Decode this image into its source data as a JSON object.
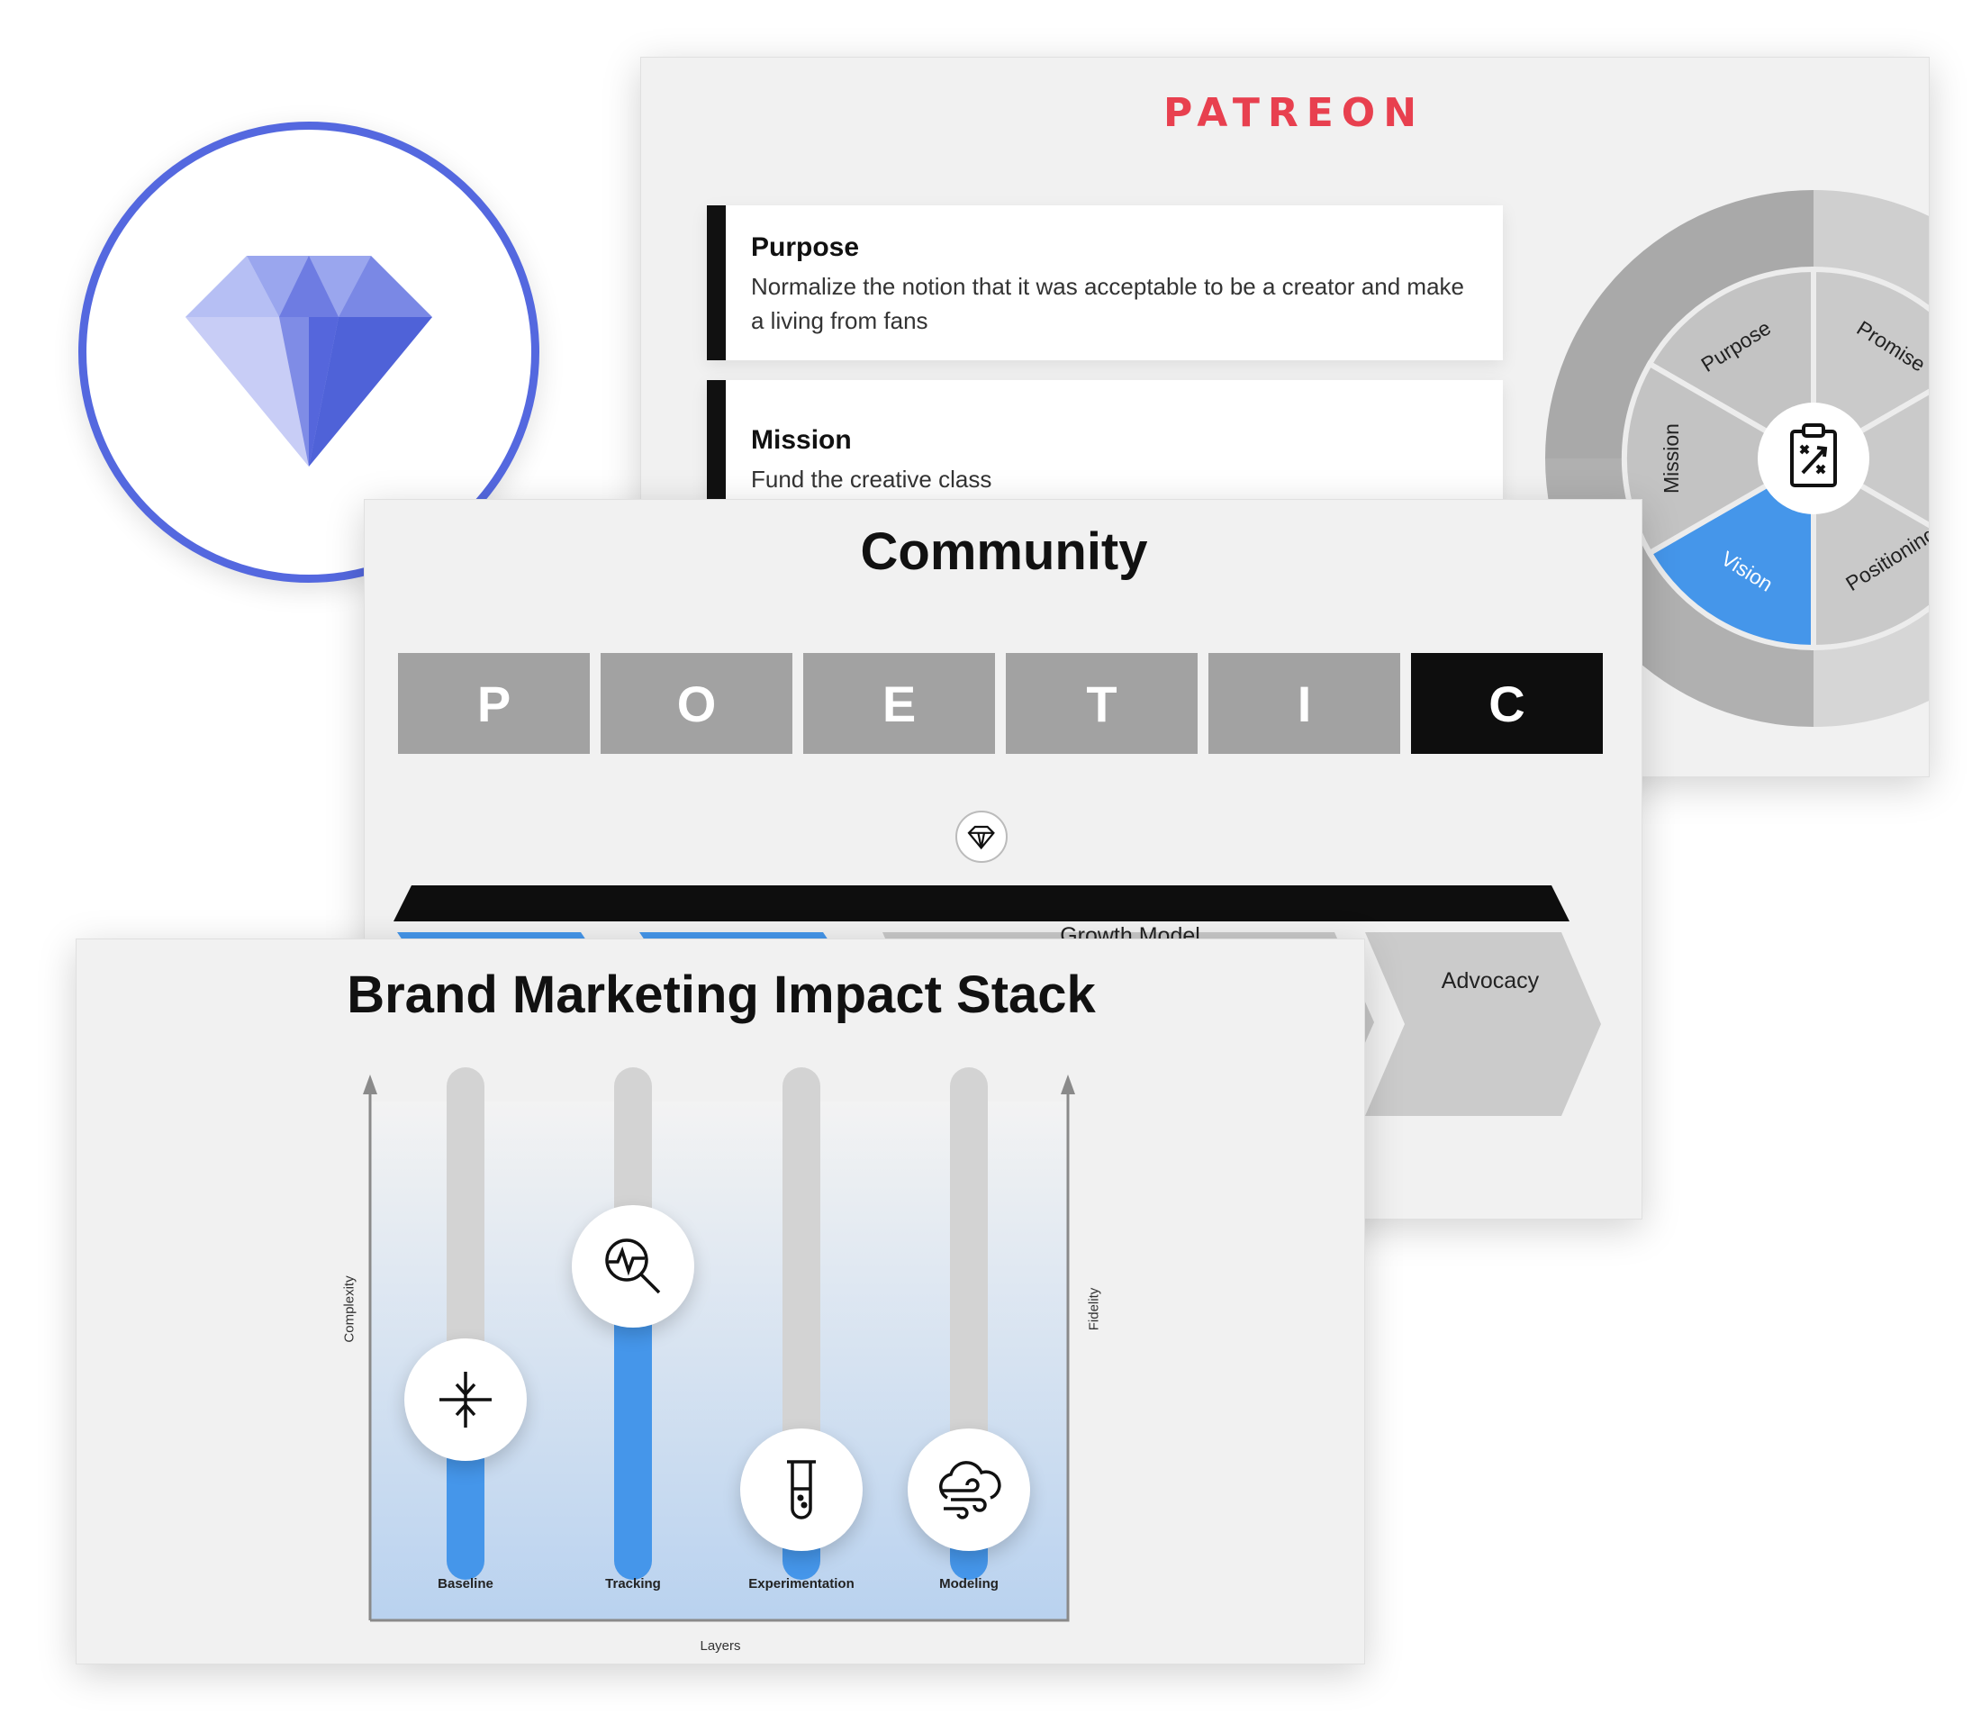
{
  "brand_slide": {
    "logo_text": "PATREON",
    "logo_color": "#e8404f",
    "cards": [
      {
        "title": "Purpose",
        "body": "Normalize the notion that it was acceptable to be a creator and make a living from fans"
      },
      {
        "title": "Mission",
        "body": "Fund the creative class"
      }
    ],
    "wheel_segments": [
      "Purpose",
      "Promise",
      "Positioning",
      "Vision",
      "Mission"
    ],
    "wheel_active": "Vision",
    "wheel_center_icon": "clipboard-strategy-icon"
  },
  "badge": {
    "icon": "diamond-icon",
    "ring_color": "#5468df"
  },
  "community_slide": {
    "title": "Community",
    "poetic_letters": [
      "P",
      "O",
      "E",
      "T",
      "I",
      "C"
    ],
    "active_letter": "C",
    "flow_marker_icon": "diamond-icon",
    "flow_stages": [
      "Growth Model",
      "Advocacy"
    ]
  },
  "impact_slide": {
    "title": "Brand Marketing Impact Stack",
    "y_axis_left": "Complexity",
    "y_axis_right": "Fidelity",
    "x_axis": "Layers",
    "accent_color": "#4596ea",
    "layers": [
      {
        "label": "Baseline",
        "icon": "compress-arrows-icon",
        "level": 0.34
      },
      {
        "label": "Tracking",
        "icon": "search-pulse-icon",
        "level": 0.62
      },
      {
        "label": "Experimentation",
        "icon": "test-tube-icon",
        "level": 0.15
      },
      {
        "label": "Modeling",
        "icon": "cloud-wind-icon",
        "level": 0.15
      }
    ]
  }
}
